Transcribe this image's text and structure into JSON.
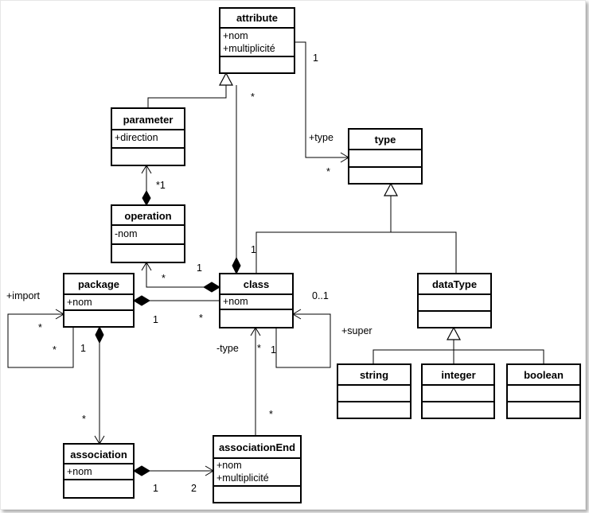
{
  "classes": {
    "attribute": {
      "name": "attribute",
      "attrs": [
        "+nom",
        "+multiplicité"
      ]
    },
    "type": {
      "name": "type",
      "attrs": []
    },
    "parameter": {
      "name": "parameter",
      "attrs": [
        "+direction"
      ]
    },
    "operation": {
      "name": "operation",
      "attrs": [
        "-nom"
      ]
    },
    "package": {
      "name": "package",
      "attrs": [
        "+nom"
      ]
    },
    "class": {
      "name": "class",
      "attrs": [
        "+nom"
      ]
    },
    "dataType": {
      "name": "dataType",
      "attrs": []
    },
    "string": {
      "name": "string",
      "attrs": []
    },
    "integer": {
      "name": "integer",
      "attrs": []
    },
    "boolean": {
      "name": "boolean",
      "attrs": []
    },
    "association": {
      "name": "association",
      "attrs": [
        "+nom"
      ]
    },
    "associationEnd": {
      "name": "associationEnd",
      "attrs": [
        "+nom",
        "+multiplicité"
      ]
    }
  },
  "labels": {
    "attr_type_mult": "1",
    "attr_type_role": "+type",
    "type_mult": "*",
    "attr_class_mult": "*",
    "param_op_mult": "*1",
    "class_attr_mult": "1",
    "op_class_mult_op": "*",
    "op_class_mult_class": "1",
    "import_role": "+import",
    "import_mult_a": "*",
    "import_mult_b": "*",
    "pkg_class_mult_pkg": "1",
    "pkg_class_mult_class": "*",
    "pkg_assoc_mult_pkg": "1",
    "pkg_assoc_mult_assoc": "*",
    "super_mult": "0..1",
    "super_role": "+super",
    "super_mult_self": "1",
    "end_type_role": "-type",
    "end_type_mult_class": "*",
    "end_type_mult_end": "*",
    "assoc_end_mult_a": "1",
    "assoc_end_mult_b": "2"
  }
}
